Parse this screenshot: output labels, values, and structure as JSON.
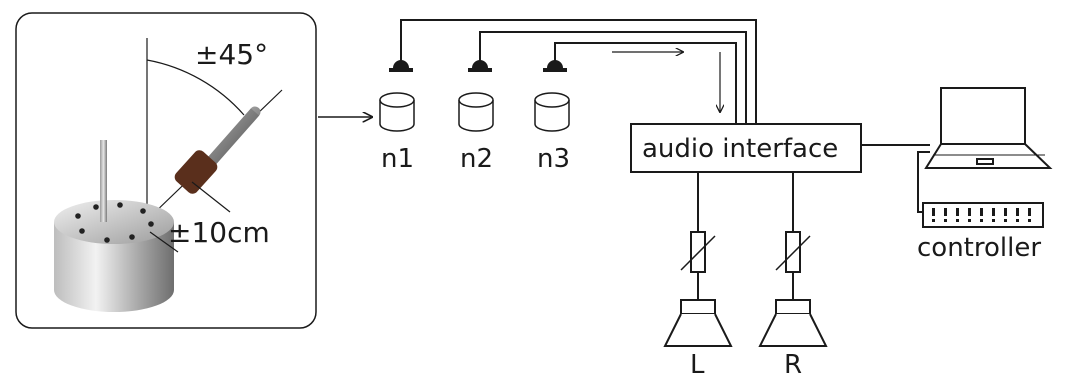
{
  "inset": {
    "angle_label": "±45°",
    "distance_label": "±10cm"
  },
  "nodes": [
    {
      "label": "n1"
    },
    {
      "label": "n2"
    },
    {
      "label": "n3"
    }
  ],
  "interface": {
    "label": "audio interface"
  },
  "controller": {
    "label": "controller"
  },
  "speakers": [
    {
      "label": "L"
    },
    {
      "label": "R"
    }
  ],
  "colors": {
    "stroke": "#1a1a1a",
    "cylinder_light": "#d9d9d9",
    "cylinder_dark": "#8a8a8a",
    "mic_body": "#5a2f1c"
  }
}
